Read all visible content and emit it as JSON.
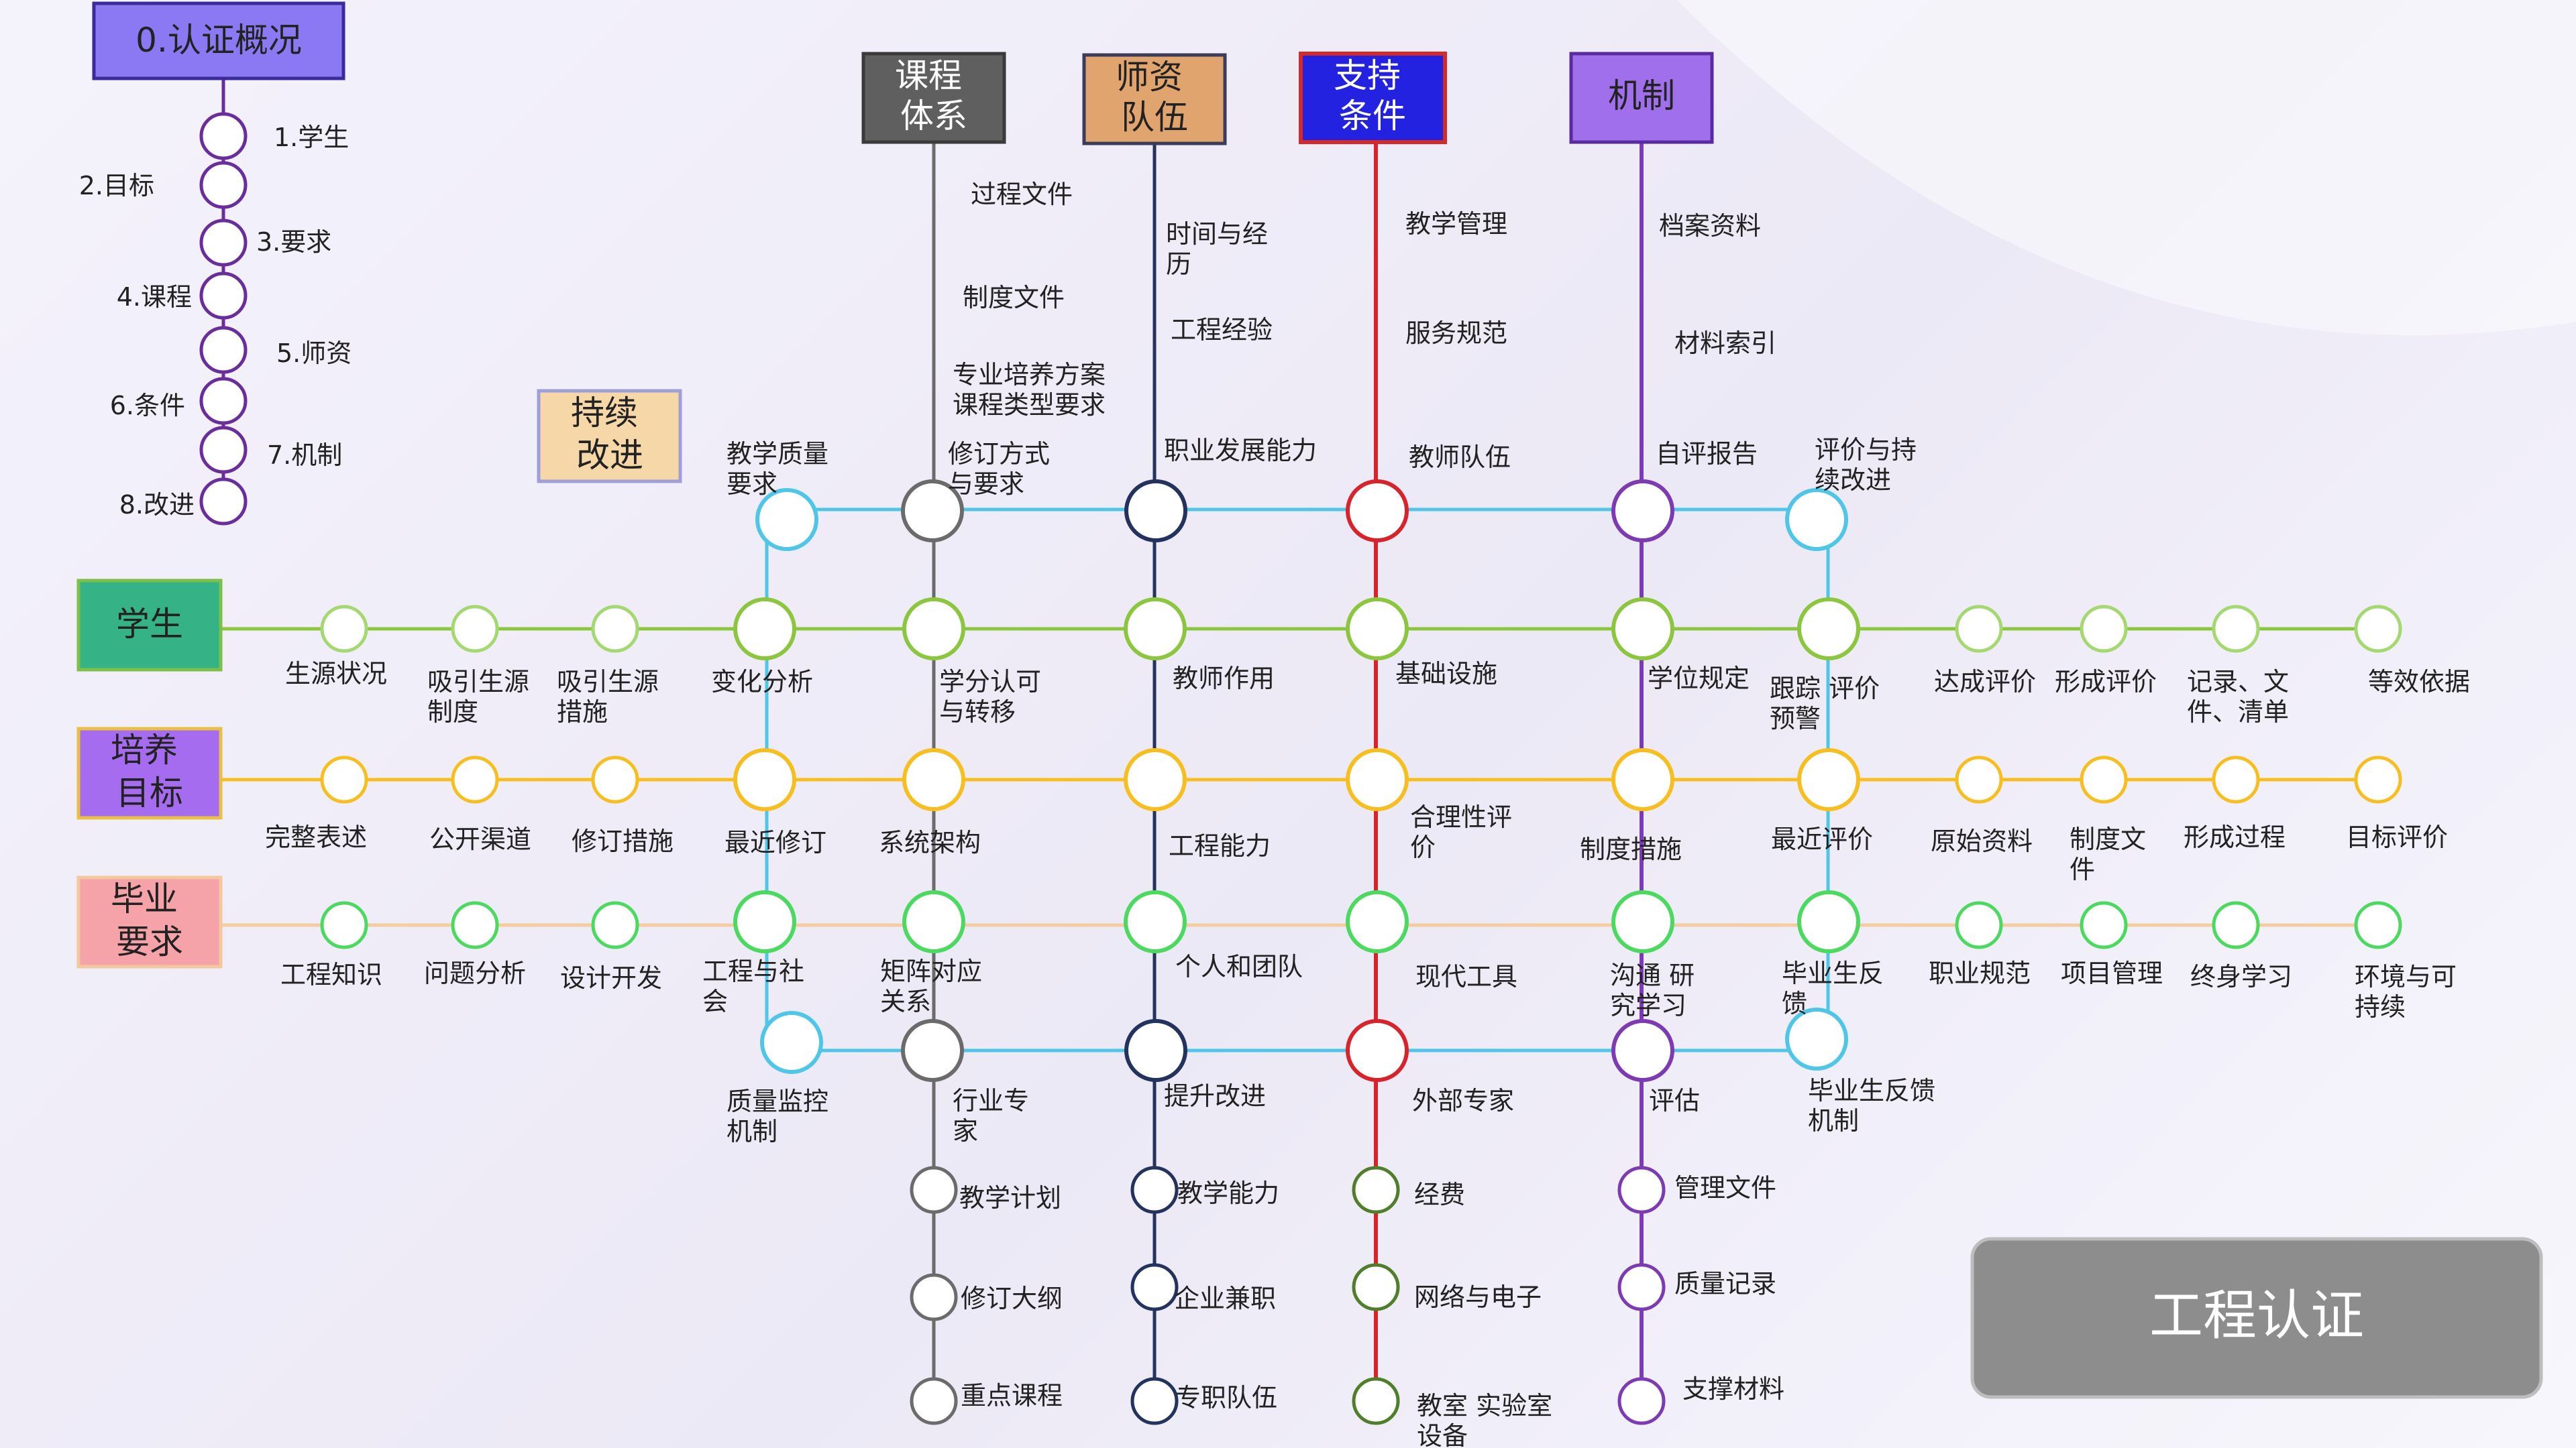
{
  "overview": {
    "title": "0.认证概况",
    "items": [
      "1.学生",
      "2.目标",
      "3.要求",
      "4.课程",
      "5.师资",
      "6.条件",
      "7.机制",
      "8.改进"
    ]
  },
  "headers": {
    "curriculum": "课程\n体系",
    "faculty": "师资\n队伍",
    "support": "支持\n条件",
    "mechanism": "机制",
    "improvement": "持续\n改进"
  },
  "rows": {
    "students": "学生",
    "objectives": "培养\n目标",
    "requirements": "毕业\n要求"
  },
  "badge": {
    "label": "工程认证"
  },
  "labels": {
    "curriculum": [
      "过程文件",
      "制度文件",
      "专业培养方案\n课程类型要求",
      "修订方式\n与要求",
      "学分认可\n与转移",
      "系统架构",
      "矩阵对应\n关系",
      "行业专\n家",
      "教学计划",
      "修订大纲",
      "重点课程"
    ],
    "faculty": [
      "时间与经\n历",
      "工程经验",
      "职业发展能力",
      "教师作用",
      "工程能力",
      "个人和团队",
      "提升改进",
      "教学能力",
      "企业兼职",
      "专职队伍"
    ],
    "support": [
      "教学管理",
      "服务规范",
      "教师队伍",
      "基础设施",
      "合理性评\n价",
      "现代工具",
      "外部专家",
      "经费",
      "网络与电子",
      "教室 实验室\n设备"
    ],
    "mechanism": [
      "档案资料",
      "材料索引",
      "自评报告",
      "学位规定",
      "制度措施",
      "沟通 研\n究学习",
      "评估",
      "管理文件",
      "质量记录",
      "支撑材料"
    ],
    "improvement": [
      "教学质量\n要求",
      "变化分析",
      "最近修订",
      "工程与社\n会",
      "质量监控\n机制",
      "评价与持\n续改进",
      "跟踪 评价\n预警",
      "最近评价",
      "毕业生反\n馈",
      "毕业生反馈\n机制"
    ],
    "students": [
      "生源状况",
      "吸引生源\n制度",
      "吸引生源\n措施",
      "达成评价",
      "形成评价",
      "记录、文\n件、清单",
      "等效依据"
    ],
    "objectives": [
      "完整表述",
      "公开渠道",
      "修订措施",
      "原始资料",
      "制度文\n件",
      "形成过程",
      "目标评价"
    ],
    "requirements": [
      "工程知识",
      "问题分析",
      "设计开发",
      "职业规范",
      "项目管理",
      "终身学习",
      "环境与可\n持续"
    ]
  }
}
